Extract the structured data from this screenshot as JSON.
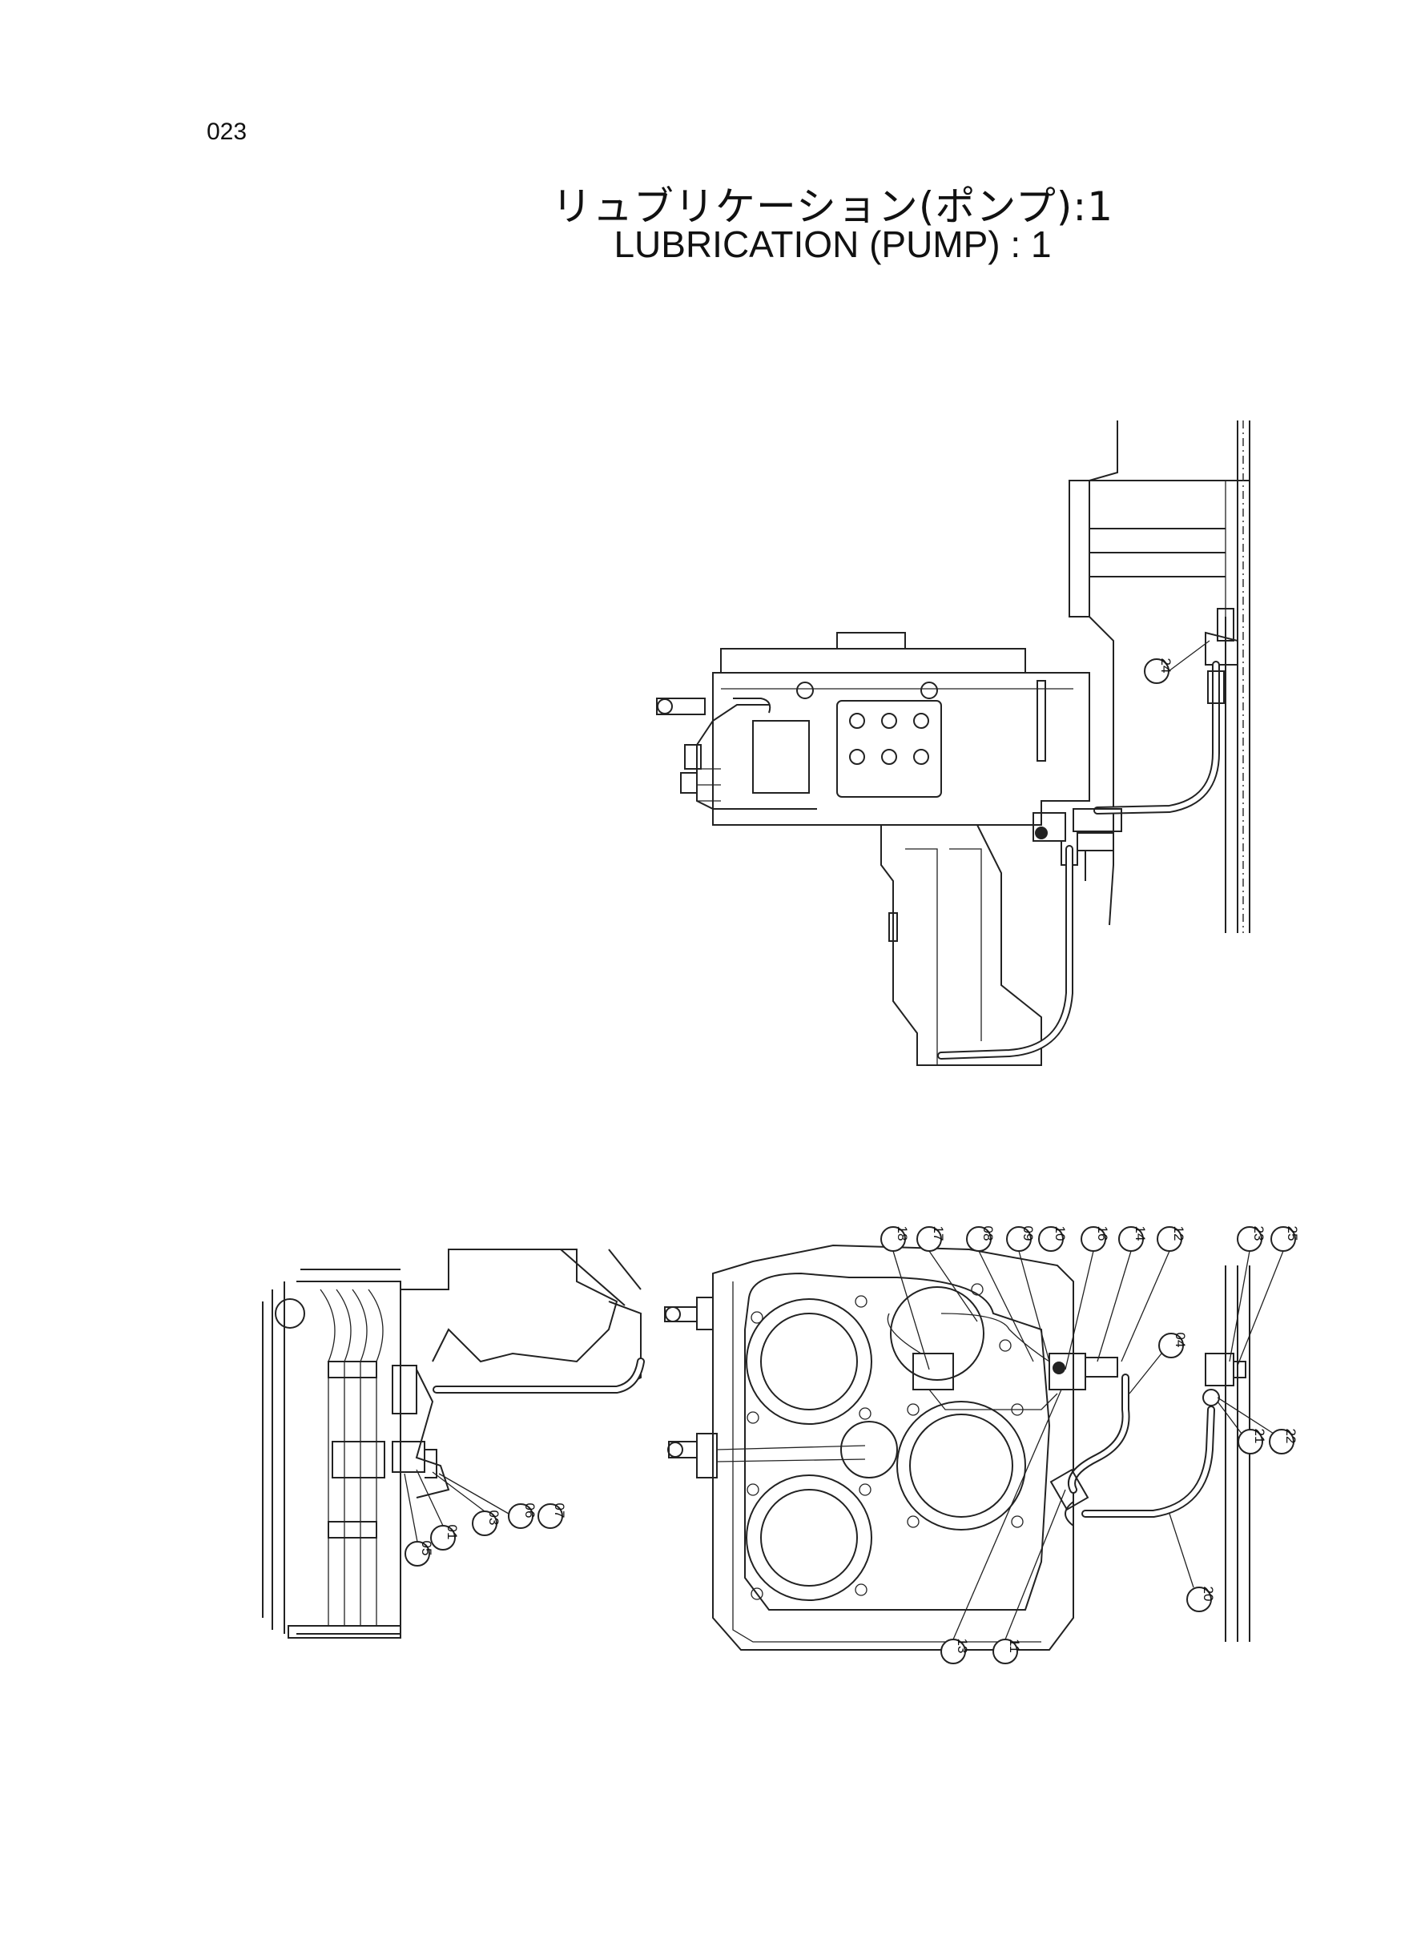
{
  "page": {
    "number": "023",
    "title_jp": "リュブリケーション(ポンプ):1",
    "title_en": "LUBRICATION (PUMP) : 1"
  },
  "callouts": [
    "24",
    "18",
    "17",
    "08",
    "09",
    "10",
    "16",
    "14",
    "12",
    "04",
    "23",
    "25",
    "21",
    "22",
    "20",
    "05",
    "01",
    "03",
    "06",
    "07",
    "13",
    "11"
  ]
}
